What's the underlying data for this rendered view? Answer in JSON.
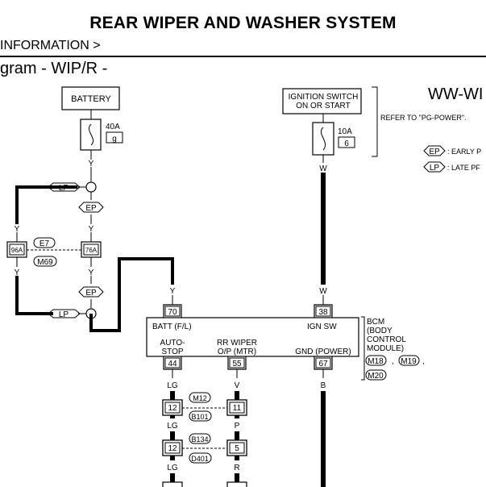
{
  "header": {
    "title": "REAR WIPER AND WASHER SYSTEM",
    "breadcrumb": "INFORMATION >",
    "subtitle": "gram - WIP/R -",
    "diagram_code": "WW-WI"
  },
  "battery": {
    "label": "BATTERY",
    "fuse_amp": "40A",
    "fuse_no": "g"
  },
  "ignition": {
    "label_line1": "IGNITION SWITCH",
    "label_line2": "ON OR START",
    "fuse_amp": "10A",
    "fuse_no": "6",
    "note": "REFER TO \"PG-POWER\"."
  },
  "legend": {
    "ep_code": "EP",
    "ep_text": ": EARLY P",
    "lp_code": "LP",
    "lp_text": ": LATE PF"
  },
  "tags": {
    "lp": "LP",
    "ep": "EP"
  },
  "wires": {
    "y": "Y",
    "w": "W",
    "lg": "LG",
    "v": "V",
    "p": "P",
    "r": "R",
    "b": "B"
  },
  "connectors": {
    "c96a": "96A",
    "c76a": "76A",
    "e7": "E7",
    "m69": "M69",
    "m12": "M12",
    "b101": "B101",
    "b134": "B134",
    "d401": "D401"
  },
  "bcm": {
    "pin_batt": "70",
    "pin_ign": "38",
    "label_batt": "BATT (F/L)",
    "label_ign": "IGN SW",
    "auto_line1": "AUTO-",
    "auto_line2": "STOP",
    "rr_line1": "RR WIPER",
    "rr_line2": "O/P (MTR)",
    "gnd": "GND (POWER)",
    "pin_auto": "44",
    "pin_rr": "55",
    "pin_gnd": "67",
    "name1": "BCM",
    "name2": "(BODY",
    "name3": "CONTROL",
    "name4": "MODULE)",
    "conn1": "M18",
    "conn2": "M19",
    "conn3": "M20",
    "comma": ","
  },
  "joints": {
    "j1_left": "12",
    "j1_right": "11",
    "j2_left": "12",
    "j2_right": "5"
  }
}
